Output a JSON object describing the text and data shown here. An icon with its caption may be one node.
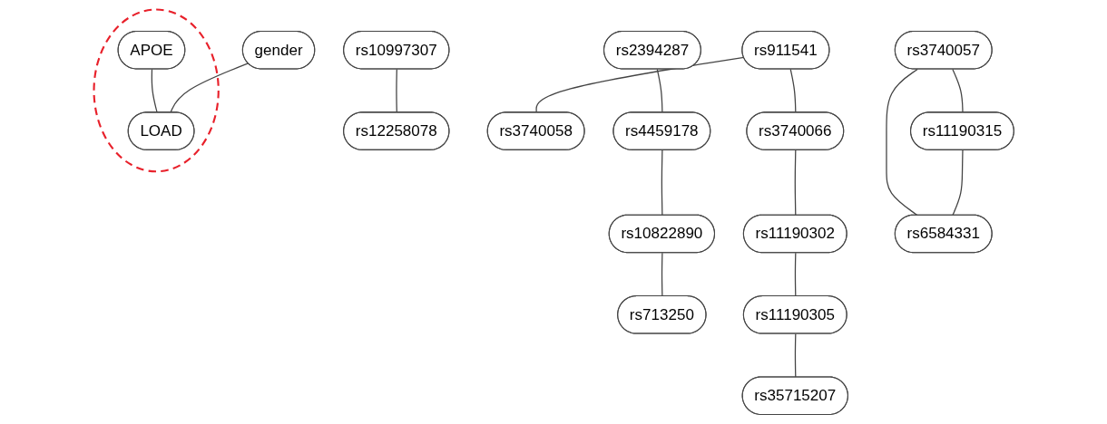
{
  "diagram": {
    "nodes": [
      {
        "text": [
          "rs2394287"
        ]
      },
      {
        "text": [
          "rs4459178"
        ]
      },
      {
        "text": [
          "rs10822890"
        ]
      },
      {
        "text": [
          "rs713250"
        ]
      },
      {
        "text": [
          "rs10997307"
        ]
      },
      {
        "text": [
          "rs12258078"
        ]
      },
      {
        "text": [],
        "shape": "ellipse"
      },
      {
        "text": [
          "APOE"
        ],
        "in": 6
      },
      {
        "text": [
          "gender"
        ]
      },
      {
        "text": [
          "LOAD"
        ],
        "in": 6
      },
      {
        "text": [
          "rs911541"
        ]
      },
      {
        "text": [
          "rs3740066"
        ]
      },
      {
        "text": [
          "rs3740058"
        ]
      },
      {
        "text": [
          "rs11190302"
        ]
      },
      {
        "text": [
          "rs11190305"
        ]
      },
      {
        "text": [
          "rs35715207"
        ]
      },
      {
        "text": [
          "rs3740057"
        ]
      },
      {
        "text": [
          "rs11190315"
        ]
      },
      {
        "text": [
          "rs6584331"
        ]
      }
    ],
    "edges": [
      {
        "from": 0,
        "to": 1,
        "arrow": "none"
      },
      {
        "from": 1,
        "to": 2,
        "arrow": "none"
      },
      {
        "from": 2,
        "to": 3,
        "arrow": "none"
      },
      {
        "from": 4,
        "to": 5,
        "arrow": "none"
      },
      {
        "from": 7,
        "to": 9,
        "arrow": "none"
      },
      {
        "from": 8,
        "to": 9,
        "arrow": "none"
      },
      {
        "from": 10,
        "to": 11,
        "arrow": "none"
      },
      {
        "from": 10,
        "to": 12,
        "arrow": "none"
      },
      {
        "from": 11,
        "to": 13,
        "arrow": "none"
      },
      {
        "from": 13,
        "to": 14,
        "arrow": "none"
      },
      {
        "from": 14,
        "to": 15,
        "arrow": "none"
      },
      {
        "from": 16,
        "to": 17,
        "arrow": "none"
      },
      {
        "from": 16,
        "to": 18,
        "arrow": "none"
      },
      {
        "from": 17,
        "to": 18,
        "arrow": "none"
      }
    ]
  }
}
